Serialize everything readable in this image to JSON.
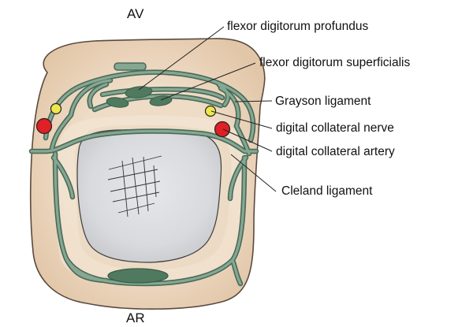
{
  "orientation": {
    "top": "AV",
    "bottom": "AR"
  },
  "labels": {
    "fdp": "flexor digitorum profundus",
    "fds": "flexor digitorum superficialis",
    "grayson": "Grayson ligament",
    "nerve": "digital collateral nerve",
    "artery": "digital collateral artery",
    "cleland": "Cleland ligament"
  },
  "colors": {
    "skin": "#e9d2b8",
    "skin_outline": "#5a4a40",
    "subcutis": "#f2e6d6",
    "ligament": "#86a893",
    "ligament_outline": "#4a6b5a",
    "tendon": "#4f7a5f",
    "bone": "#dcdde2",
    "nerve": "#ece84a",
    "artery": "#e01f26"
  }
}
